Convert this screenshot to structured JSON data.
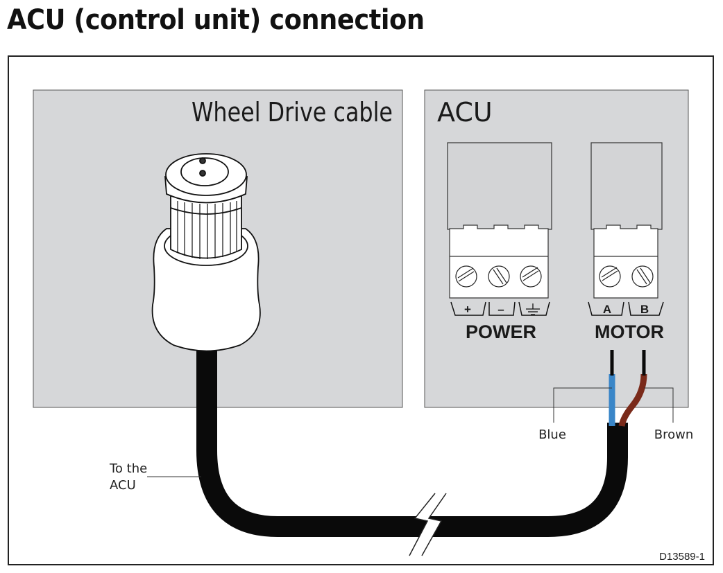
{
  "page": {
    "title": "ACU (control unit) connection",
    "figure_ref": "D13589-1"
  },
  "panels": {
    "left_title": "Wheel Drive cable",
    "right_title": "ACU"
  },
  "power_block": {
    "label": "POWER",
    "terminals": [
      "+",
      "–",
      "ground"
    ]
  },
  "motor_block": {
    "label": "MOTOR",
    "terminals": [
      "A",
      "B"
    ]
  },
  "wires": {
    "blue": "Blue",
    "brown": "Brown",
    "blue_color": "#3a86c8",
    "brown_color": "#7a2a1a"
  },
  "cable": {
    "label_line1": "To the",
    "label_line2": "ACU"
  },
  "colors": {
    "panel_fill": "#d6d7d9",
    "cable": "#0a0a0a"
  }
}
